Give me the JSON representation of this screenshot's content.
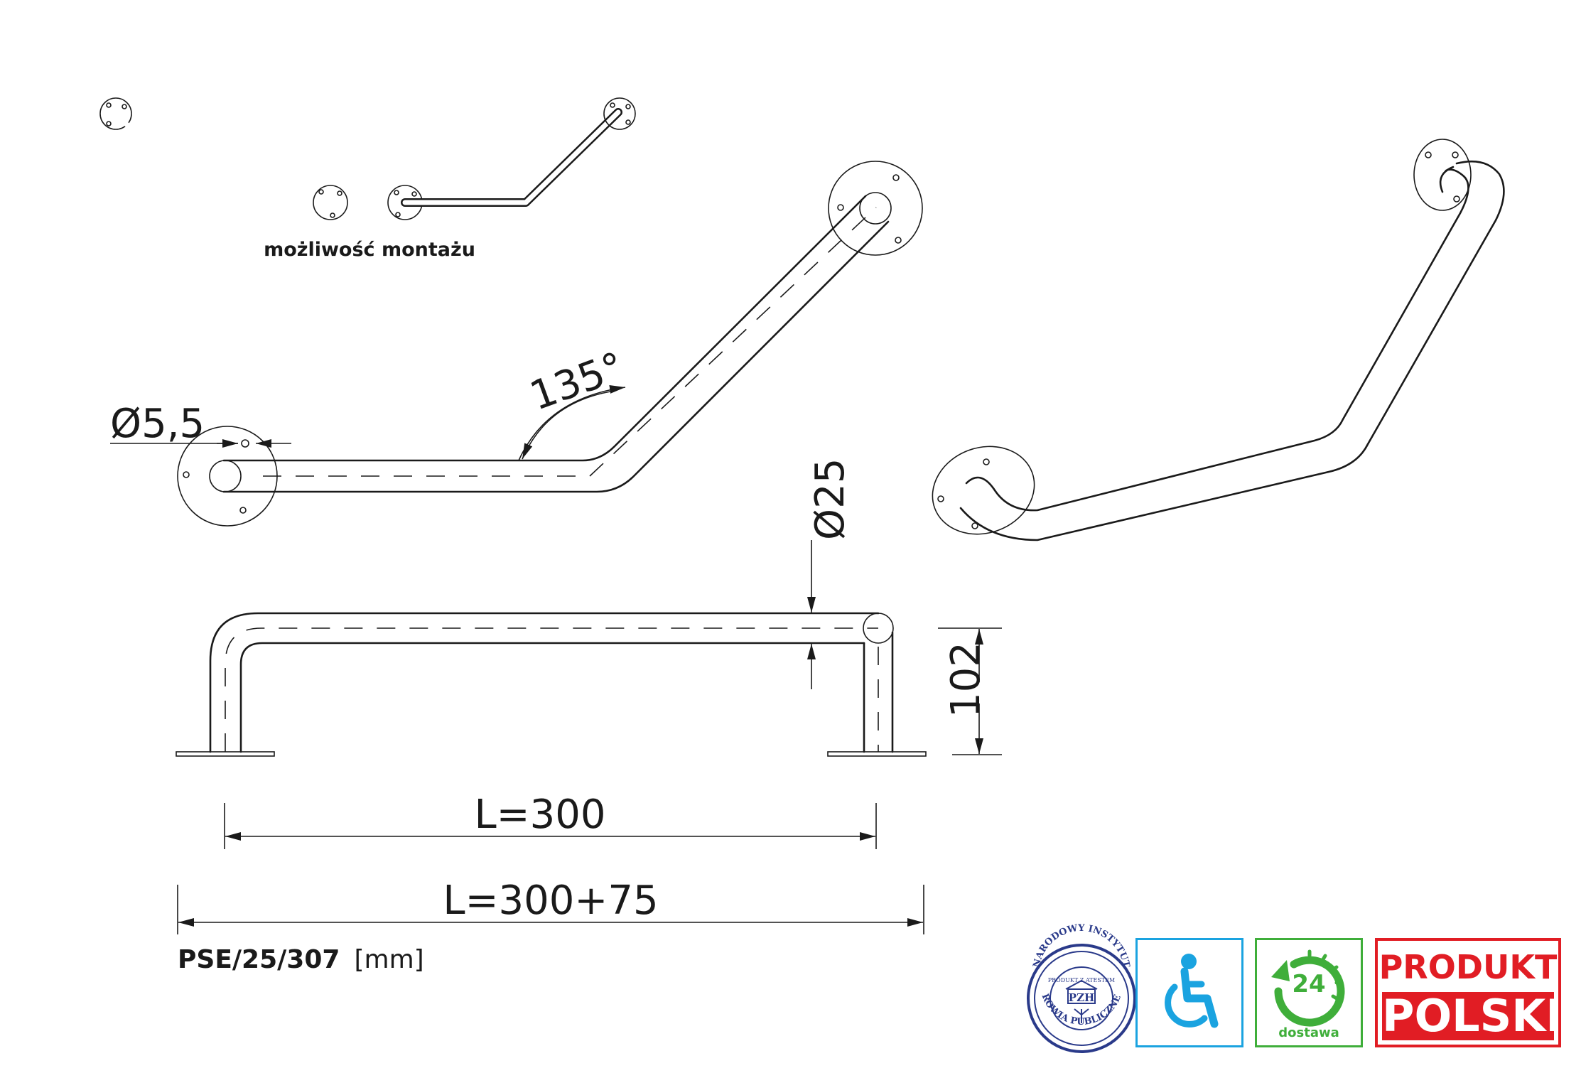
{
  "mounting_caption": "możliwość montażu",
  "dimensions": {
    "hole_diameter": "Ø5,5",
    "angle": "135°",
    "tube_diameter": "Ø25",
    "height": "102",
    "length": "L=300",
    "total_length": "L=300+75"
  },
  "product_code": "PSE/25/307",
  "unit": "[mm]",
  "badges": {
    "pzh": {
      "ring_top": "NARODOWY INSTYTUT",
      "ring_bottom": "ZDROWIA PUBLICZNEGO",
      "inner": "PRODUKT Z ATESTEM",
      "logo": "PZH",
      "icon": "pzh-seal-icon",
      "color": "#2a3a8a"
    },
    "accessibility": {
      "icon": "wheelchair-icon",
      "color": "#1aa3e0"
    },
    "delivery": {
      "number": "24",
      "label": "dostawa",
      "icon": "clock-arrow-icon",
      "color": "#3fae3a"
    },
    "produkt_polski": {
      "line1": "PRODUKT",
      "line2": "POLSKI",
      "color": "#e11d24"
    }
  }
}
